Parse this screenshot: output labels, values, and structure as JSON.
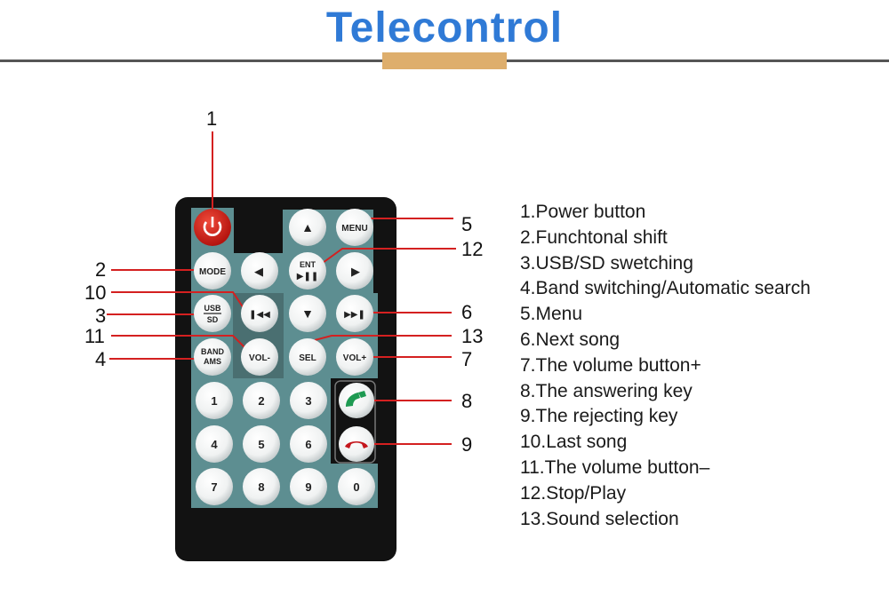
{
  "page": {
    "title": "Telecontrol",
    "accent_color": "#deae6c",
    "title_color": "#2f7ad6"
  },
  "remote": {
    "body_color": "#111111",
    "panel_color": "#5d8e91",
    "callout_color": "#d42020",
    "buttons": {
      "power": "power-icon",
      "up": "▲",
      "menu": "MENU",
      "mode": "MODE",
      "left": "◀",
      "ent_top": "ENT",
      "ent_bottom": "▶❚❚",
      "right": "▶",
      "usb_top": "USB",
      "usb_bottom": "SD",
      "prev": "❚◀◀",
      "down": "▼",
      "next": "▶▶❚",
      "band_top": "BAND",
      "band_bottom": "AMS",
      "vol_minus": "VOL-",
      "sel": "SEL",
      "vol_plus": "VOL+",
      "answer": "phone-answer-icon",
      "reject": "phone-reject-icon",
      "digits": [
        "1",
        "2",
        "3",
        "4",
        "5",
        "6",
        "7",
        "8",
        "9",
        "0"
      ]
    },
    "callout_numbers": [
      "1",
      "2",
      "3",
      "4",
      "5",
      "6",
      "7",
      "8",
      "9",
      "10",
      "11",
      "12",
      "13"
    ]
  },
  "legend": [
    "1.Power button",
    "2.Funchtonal shift",
    "3.USB/SD swetching",
    "4.Band switching/Automatic search",
    "5.Menu",
    "6.Next song",
    "7.The volume button+",
    "8.The answering key",
    "9.The rejecting key",
    "10.Last song",
    "11.The volume button–",
    "12.Stop/Play",
    "13.Sound selection"
  ]
}
